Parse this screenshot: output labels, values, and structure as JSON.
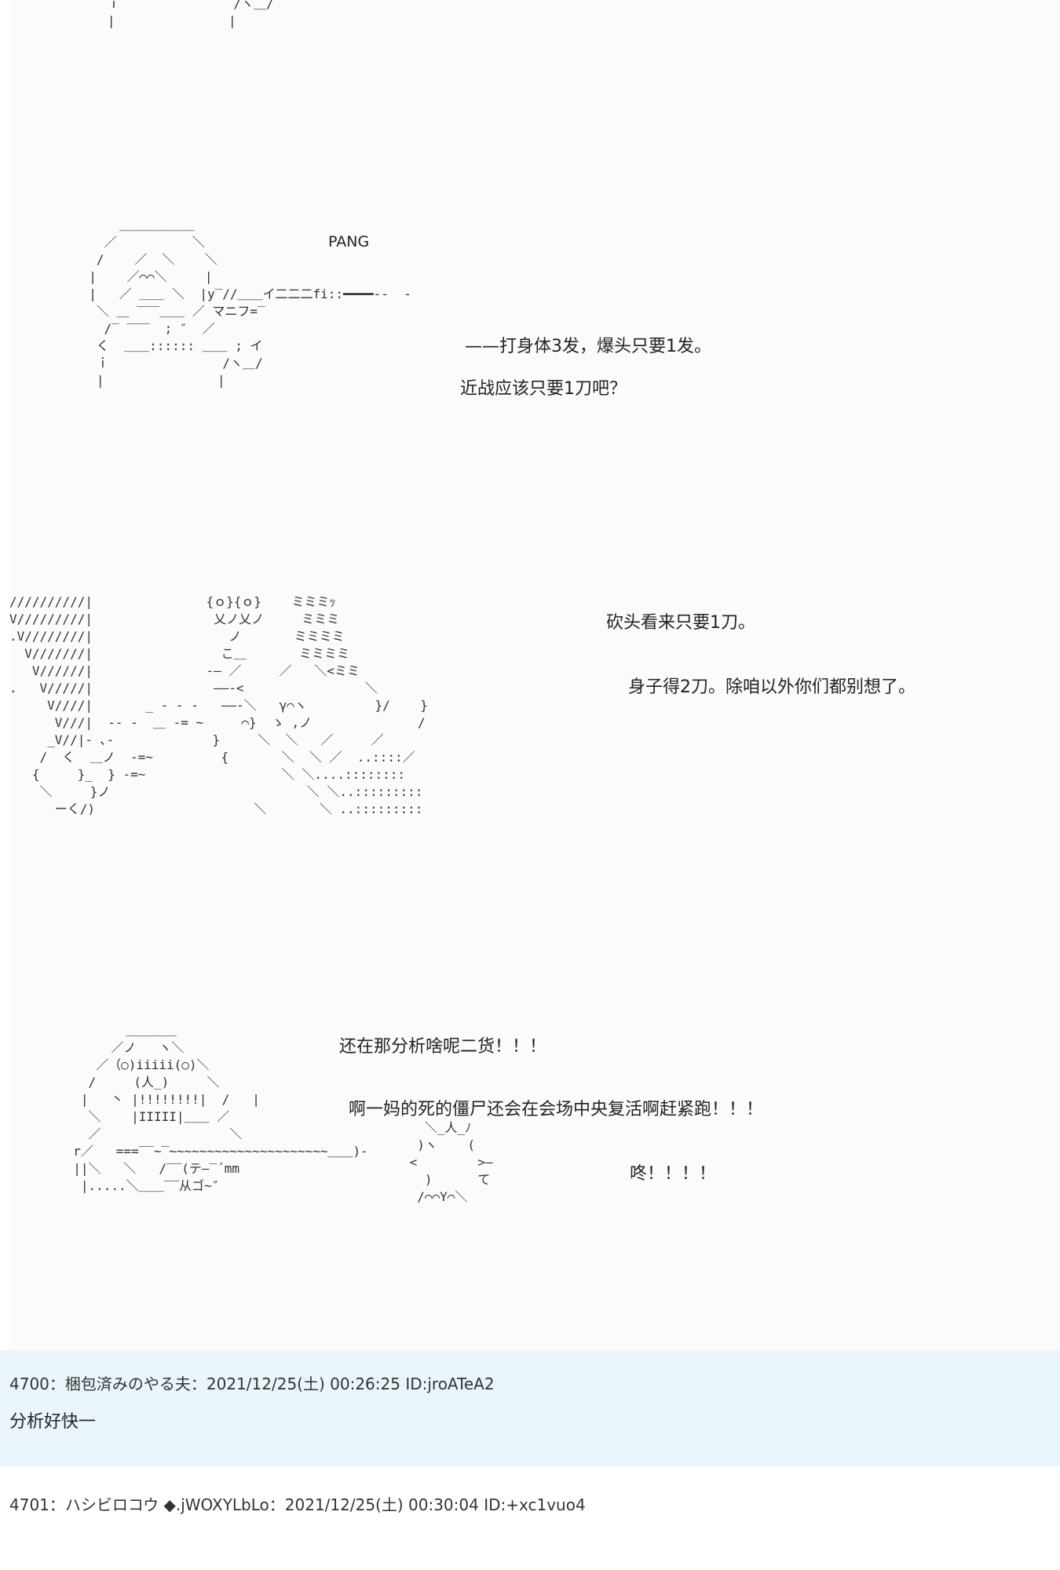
{
  "aa_panels": [
    {
      "art": "   ｉ               /ヽ＿/\n   |               |"
    },
    {
      "art": "      ＿＿＿＿＿＿\n    ／          ＼\n   /    ／  ＼    ＼\n  |    ／⌒⌒＼     |\n  |   ／ ＿＿ ＼  |y‾//＿＿イ二二二fi::━━━━--  -\n   ＼ ＿ ‾‾‾＿＿ ／ マニフ=‾\n    /‾ ‾‾‾  ; ″  ／ \n   く  ＿＿:::::: ＿＿ ; イ\n   ｉ               /ヽ＿/\n   |               |"
    },
    {
      "art": "//////////|               {ｏ}{ｏ}    ミミミｯ\nV/////////|                乂ノ乂ノ     ミミミ\n.V////////|                  ノ       ミミミミ\n  V///////|                 こ＿       ミミミミ\n   V//////|               ‐― ／     ／   ＼<ミミ\n.   V/////|                ――‐<                ＼\n     V////|       _ - ‐ ‐   ――‐＼   γ⌒ヽ         }/    }\n      V///|  -‐ ‐  ＿ -= ~     ⌒}  ゝ ,ノ              /\n     _V//|- ､-             }     ＼  ＼   ／     ／\n    /  く  ＿ノ  -=~         {       ＼  ＼ ／  ..::::／\n   {     }_  } -=~                  ＼ ＼....::::::::\n    ＼     }ノ                          ＼ ＼..:::::::::\n      ーく/)                     ＼       ＼ ..:::::::::"
    },
    {
      "art": "         ＿＿＿＿\n       ／ノ   ヽ＼\n     ／（○)iiiii(○)＼\n    /     (人_)     ＼\n   |   丶 |!!!!!!!!|  /   |\n    ＼    |IIIII|＿＿ ／\n    ／                 ＼\n  r／   ===‾‾~‾~~~~~~~~~~~~~~~~~~~~~＿＿)-\n  ||＼   ＼   /‾‾(テ―‾´mm\n   |.....＼＿＿‾‾从ゴ~″"
    },
    {
      "art": "   ＼_人_ﾉ\n  )ヽ    (\n <        >―\n   )      て\n  /⌒⌒Y⌒＼"
    }
  ],
  "dialogue": {
    "pang": "PANG",
    "line1": "——打身体3发，爆头只要1发。",
    "line2": "近战应该只要1刀吧？",
    "line3": "砍头看来只要1刀。",
    "line4": "身子得2刀。除咱以外你们都别想了。",
    "line5": "还在那分析啥呢二货！！！",
    "line6": "啊一妈的死的僵尸还会在会场中央复活啊赶紧跑！！！",
    "line7": "咚！！！！"
  },
  "posts": [
    {
      "header": "4700：梱包済みのやる夫：2021/12/25(土) 00:26:25 ID:jroATeA2",
      "text": "分析好快一"
    },
    {
      "header": "4701：ハシビロコウ ◆.jWOXYLbLo：2021/12/25(土) 00:30:04 ID:+xc1vuo4"
    }
  ]
}
